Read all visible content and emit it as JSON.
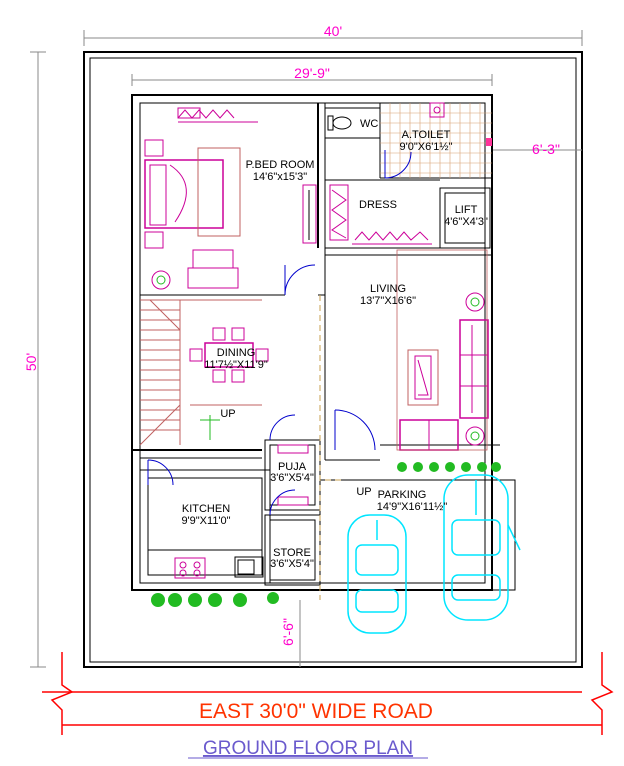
{
  "dimensions": {
    "overall_width": "40'",
    "overall_depth": "50'",
    "inner_width": "29'-9\"",
    "side_setback": "6'-3\"",
    "front_setback": "6'-6\""
  },
  "rooms": {
    "wc": "WC",
    "toilet_name": "A.TOILET",
    "toilet_size": "9'0\"X6'1½\"",
    "bed_name": "P.BED ROOM",
    "bed_size": "14'6\"x15'3\"",
    "dress": "DRESS",
    "lift_name": "LIFT",
    "lift_size": "4'6\"X4'3\"",
    "living_name": "LIVING",
    "living_size": "13'7\"X16'6\"",
    "dining_name": "DINING",
    "dining_size": "11'7½\"X11'9\"",
    "up_stair": "UP",
    "puja_name": "PUJA",
    "puja_size": "3'6\"X5'4\"",
    "kitchen_name": "KITCHEN",
    "kitchen_size": "9'9\"X11'0\"",
    "up_parking": "UP",
    "parking_name": "PARKING",
    "parking_size": "14'9\"X16'11½\"",
    "store_name": "STORE",
    "store_size": "3'6\"X5'4\""
  },
  "road": "EAST 30'0\" WIDE ROAD",
  "title": "GROUND FLOOR PLAN",
  "colors": {
    "wall": "#000000",
    "furniture": "#cc0099",
    "wood": "#c06060",
    "dimension": "#ff00cc",
    "plant": "#22bb22",
    "car": "#00e5ff",
    "road_text": "#ff3300",
    "title_text": "#6a5acd"
  }
}
